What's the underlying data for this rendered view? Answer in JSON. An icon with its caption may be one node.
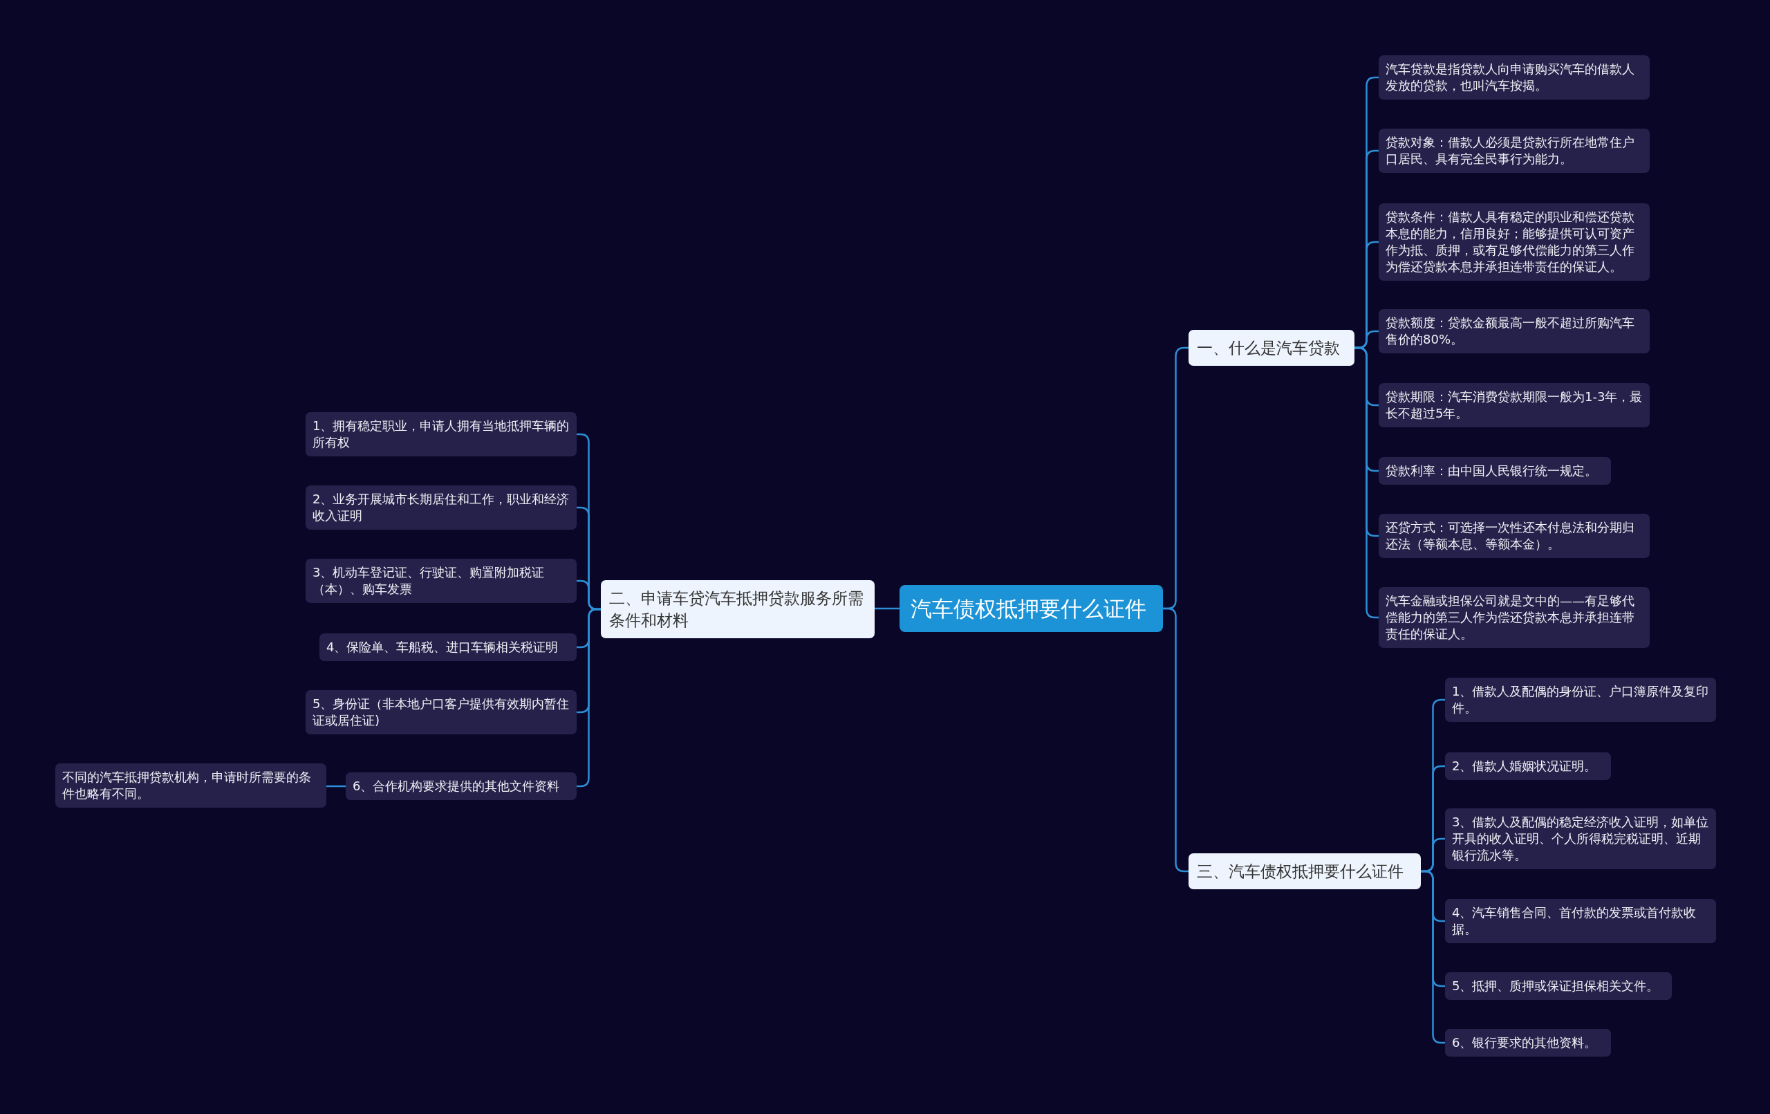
{
  "diagram": {
    "nodes": [
      {
        "text": [
          "汽车债权抵押要什么证件"
        ]
      },
      {
        "text": [
          "一、什么是汽车贷款"
        ]
      },
      {
        "text": [
          "汽车贷款是指贷款人向申请购买汽车的借款人发放的贷款，也叫汽车按揭。"
        ]
      },
      {
        "text": [
          "贷款对象：借款人必须是贷款行所在地常住户口居民、具有完全民事行为能力。"
        ]
      },
      {
        "text": [
          "贷款条件：借款人具有稳定的职业和偿还贷款本息的能力，信用良好；能够提供可认可资产作为抵、质押，或有足够代偿能力的第三人作为偿还贷款本息并承担连带责任的保证人。"
        ]
      },
      {
        "text": [
          "贷款额度：贷款金额最高一般不超过所购汽车售价的80%。"
        ]
      },
      {
        "text": [
          "贷款期限：汽车消费贷款期限一般为1-3年，最长不超过5年。"
        ]
      },
      {
        "text": [
          "贷款利率：由中国人民银行统一规定。"
        ]
      },
      {
        "text": [
          "还贷方式：可选择一次性还本付息法和分期归还法（等额本息、等额本金）。"
        ]
      },
      {
        "text": [
          "汽车金融或担保公司就是文中的——有足够代偿能力的第三人作为偿还贷款本息并承担连带责任的保证人。"
        ]
      },
      {
        "text": [
          "二、申请车贷汽车抵押贷款服务所需条件和材料"
        ]
      },
      {
        "text": [
          "1、拥有稳定职业，申请人拥有当地抵押车辆的所有权"
        ]
      },
      {
        "text": [
          "2、业务开展城市长期居住和工作，职业和经济收入证明"
        ]
      },
      {
        "text": [
          "3、机动车登记证、行驶证、购置附加税证（本）、购车发票"
        ]
      },
      {
        "text": [
          "4、保险单、车船税、进口车辆相关税证明"
        ]
      },
      {
        "text": [
          "5、身份证（非本地户口客户提供有效期内暂住证或居住证)"
        ]
      },
      {
        "text": [
          "6、合作机构要求提供的其他文件资料"
        ]
      },
      {
        "text": [
          "不同的汽车抵押贷款机构，申请时所需要的条件也略有不同。"
        ]
      },
      {
        "text": [
          "三、汽车债权抵押要什么证件"
        ]
      },
      {
        "text": [
          "1、借款人及配偶的身份证、户口簿原件及复印件。"
        ]
      },
      {
        "text": [
          "2、借款人婚姻状况证明。"
        ]
      },
      {
        "text": [
          "3、借款人及配偶的稳定经济收入证明，如单位开具的收入证明、个人所得税完税证明、近期银行流水等。"
        ]
      },
      {
        "text": [
          "4、汽车销售合同、首付款的发票或首付款收据。"
        ]
      },
      {
        "text": [
          "5、抵押、质押或保证担保相关文件。"
        ]
      },
      {
        "text": [
          "6、银行要求的其他资料。"
        ]
      }
    ],
    "edges": [
      {
        "from": 0,
        "to": 1,
        "arrow": "none"
      },
      {
        "from": 0,
        "to": 10,
        "arrow": "none"
      },
      {
        "from": 0,
        "to": 18,
        "arrow": "none"
      },
      {
        "from": 1,
        "to": 2,
        "arrow": "none"
      },
      {
        "from": 1,
        "to": 3,
        "arrow": "none"
      },
      {
        "from": 1,
        "to": 4,
        "arrow": "none"
      },
      {
        "from": 1,
        "to": 5,
        "arrow": "none"
      },
      {
        "from": 1,
        "to": 6,
        "arrow": "none"
      },
      {
        "from": 1,
        "to": 7,
        "arrow": "none"
      },
      {
        "from": 1,
        "to": 8,
        "arrow": "none"
      },
      {
        "from": 1,
        "to": 9,
        "arrow": "none"
      },
      {
        "from": 10,
        "to": 11,
        "arrow": "none"
      },
      {
        "from": 10,
        "to": 12,
        "arrow": "none"
      },
      {
        "from": 10,
        "to": 13,
        "arrow": "none"
      },
      {
        "from": 10,
        "to": 14,
        "arrow": "none"
      },
      {
        "from": 10,
        "to": 15,
        "arrow": "none"
      },
      {
        "from": 10,
        "to": 16,
        "arrow": "none"
      },
      {
        "from": 16,
        "to": 17,
        "arrow": "none"
      },
      {
        "from": 18,
        "to": 19,
        "arrow": "none"
      },
      {
        "from": 18,
        "to": 20,
        "arrow": "none"
      },
      {
        "from": 18,
        "to": 21,
        "arrow": "none"
      },
      {
        "from": 18,
        "to": 22,
        "arrow": "none"
      },
      {
        "from": 18,
        "to": 23,
        "arrow": "none"
      },
      {
        "from": 18,
        "to": 24,
        "arrow": "none"
      }
    ]
  }
}
